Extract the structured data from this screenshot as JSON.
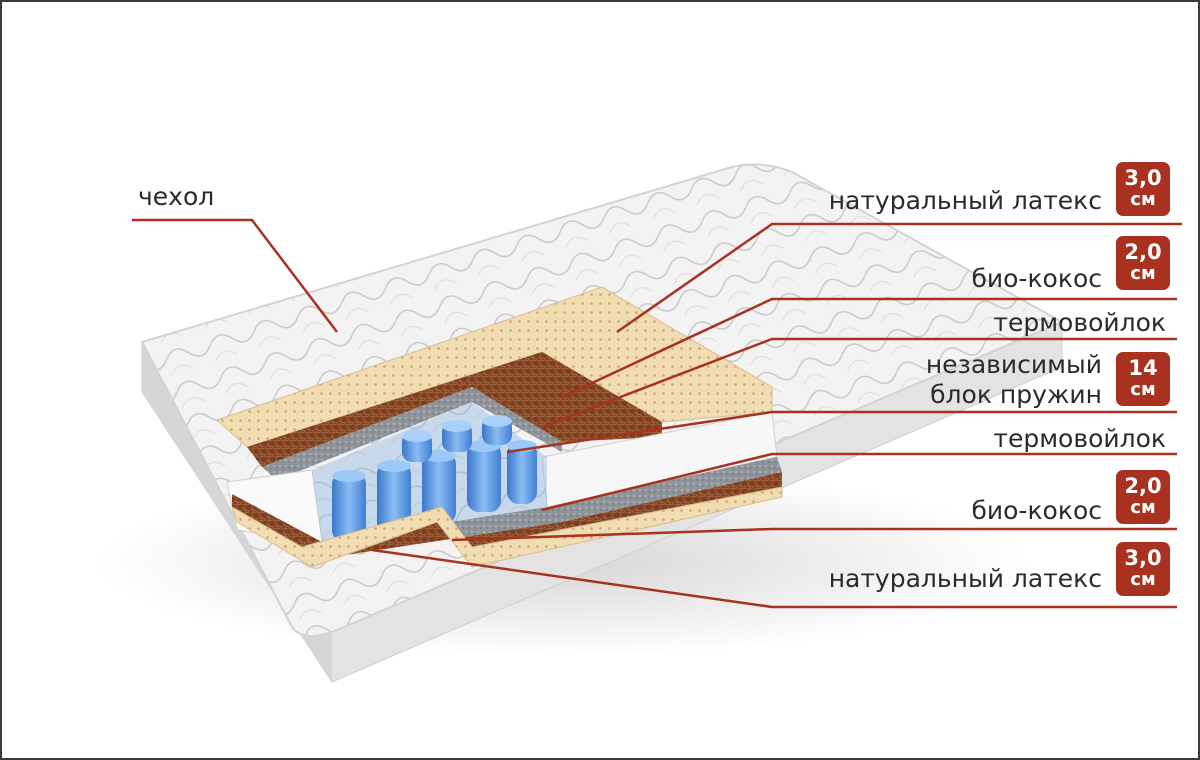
{
  "labels": {
    "cover": "чехол",
    "latex_top": "натуральный латекс",
    "coco_top": "био-кокос",
    "felt_top": "термовойлок",
    "springs_line1": "независимый",
    "springs_line2": "блок пружин",
    "felt_bottom": "термовойлок",
    "coco_bottom": "био-кокос",
    "latex_bottom": "натуральный латекс"
  },
  "badges": {
    "latex_top": {
      "value": "3,0",
      "unit": "см"
    },
    "coco_top": {
      "value": "2,0",
      "unit": "см"
    },
    "springs": {
      "value": "14",
      "unit": "см"
    },
    "coco_bottom": {
      "value": "2,0",
      "unit": "см"
    },
    "latex_bottom": {
      "value": "3,0",
      "unit": "см"
    }
  },
  "colors": {
    "leader_line": "#a8321f",
    "badge": "#a8321f",
    "latex": "#f2dcb2",
    "coco": "#7a3e22",
    "felt": "#8c9196",
    "springs": "#5b9ae8",
    "cover": "#f4f4f4"
  }
}
